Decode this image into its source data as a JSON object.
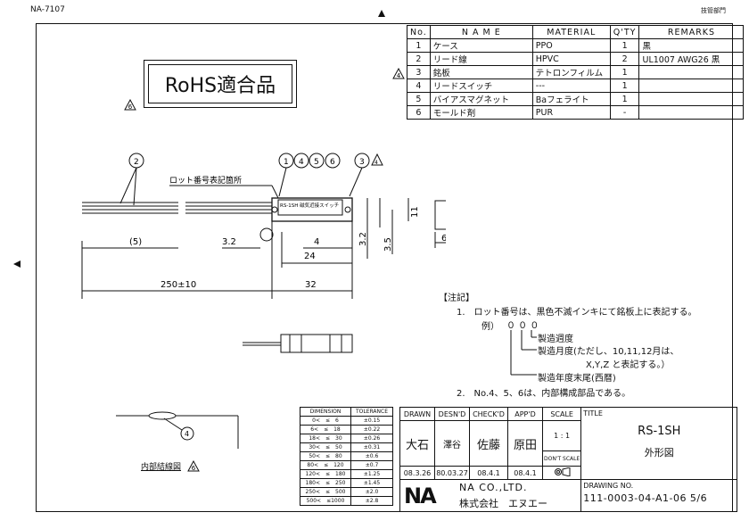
{
  "header": {
    "doc_code": "NA-7107",
    "stamp": "技管部門"
  },
  "rohs": {
    "label": "RoHS適合品",
    "revision_mark": "6"
  },
  "bom": {
    "headers": [
      "No.",
      "N A M E",
      "MATERIAL",
      "Q'TY",
      "REMARKS"
    ],
    "rows": [
      {
        "no": "1",
        "name": "ケース",
        "material": "PPO",
        "qty": "1",
        "remarks": "黒"
      },
      {
        "no": "2",
        "name": "リード線",
        "material": "HPVC",
        "qty": "2",
        "remarks": "UL1007 AWG26 黒"
      },
      {
        "no": "3",
        "name": "銘板",
        "material": "テトロンフィルム",
        "qty": "1",
        "remarks": ""
      },
      {
        "no": "4",
        "name": "リードスイッチ",
        "material": "---",
        "qty": "1",
        "remarks": ""
      },
      {
        "no": "5",
        "name": "バイアスマグネット",
        "material": "Baフェライト",
        "qty": "1",
        "remarks": ""
      },
      {
        "no": "6",
        "name": "モールド剤",
        "material": "PUR",
        "qty": "-",
        "remarks": ""
      }
    ],
    "revision_mark": "4"
  },
  "drawing": {
    "balloon_2": "2",
    "balloons_mid": [
      "1",
      "4",
      "5",
      "6"
    ],
    "balloon_3": "3",
    "rev_4": "4",
    "lot_label": "ロット番号表記箇所",
    "plate_line1": "RS-1SH 磁気近接スイッチ",
    "plate_line2": "",
    "dims": {
      "d5": "(5)",
      "d32a": "3.2",
      "d4": "4",
      "d32b": "3.2",
      "d35": "3.5",
      "d24": "24",
      "d250": "250±10",
      "d32c": "32",
      "d11": "11",
      "d6": "6"
    }
  },
  "notes": {
    "title": "【注記】",
    "n1": "1.　ロット番号は、黒色不滅インキにて銘板上に表記する。",
    "example_label": "例）",
    "example": "０ ０ ０",
    "week": "製造週度",
    "month1": "製造月度(ただし、10,11,12月は、",
    "month2": "X,Y,Z と表記する。）",
    "year": "製造年度末尾(西暦)",
    "n2": "2.　No.4、5、6は、内部構成部品である。"
  },
  "circuit": {
    "balloon": "4",
    "label": "内部結線図",
    "revision_mark": "6"
  },
  "tolerance": {
    "headers": [
      "DIMENSION",
      "TOLERANCE"
    ],
    "rows": [
      [
        "0<　≤　6",
        "±0.15"
      ],
      [
        "6<　≤　18",
        "±0.22"
      ],
      [
        "18<　≤　30",
        "±0.26"
      ],
      [
        "30<　≤　50",
        "±0.31"
      ],
      [
        "50<　≤　80",
        "±0.6"
      ],
      [
        "80<　≤　120",
        "±0.7"
      ],
      [
        "120<　≤　180",
        "±1.25"
      ],
      [
        "180<　≤　250",
        "±1.45"
      ],
      [
        "250<　≤　500",
        "±2.0"
      ],
      [
        "500<　≤1000",
        "±2.8"
      ]
    ]
  },
  "title_block": {
    "drawn": "DRAWN",
    "desnd": "DESN'D",
    "checkd": "CHECK'D",
    "appd": "APP'D",
    "scale": "SCALE",
    "drawn_name": "大石",
    "desnd_name": "澤谷",
    "checkd_name": "佐藤",
    "appd_name": "原田",
    "scale_value": "1 : 1",
    "dont_scale": "DON'T SCALE",
    "date_drawn": "08.3.26",
    "date_desnd": "80.03.27",
    "date_checkd": "08.4.1",
    "date_appd": "08.4.1",
    "title_label": "TITLE",
    "title_1": "RS-1SH",
    "title_2": "外形図",
    "company_en": "NA CO.,LTD.",
    "company_jp": "株式会社　エヌエー",
    "logo": "NA",
    "drawing_no_label": "DRAWING NO.",
    "drawing_no": "111-0003-04-A1-06 5/6"
  }
}
